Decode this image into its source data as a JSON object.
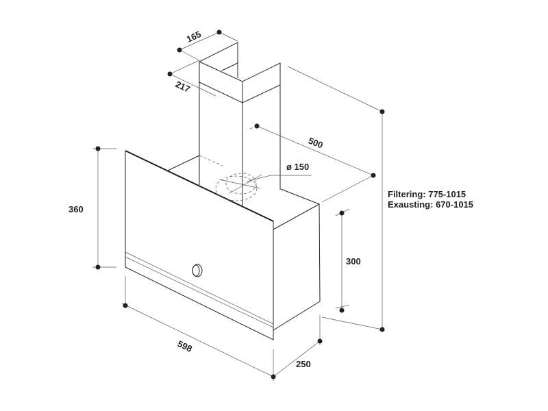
{
  "dimensions": {
    "chimney_depth": "165",
    "chimney_width": "217",
    "outlet_offset": "500",
    "outlet_diameter": "ø 150",
    "panel_height": "360",
    "width": "598",
    "depth": "250",
    "body_height": "300"
  },
  "heights": {
    "filtering": "Filtering: 775-1015",
    "exhausting": "Exausting: 670-1015"
  }
}
